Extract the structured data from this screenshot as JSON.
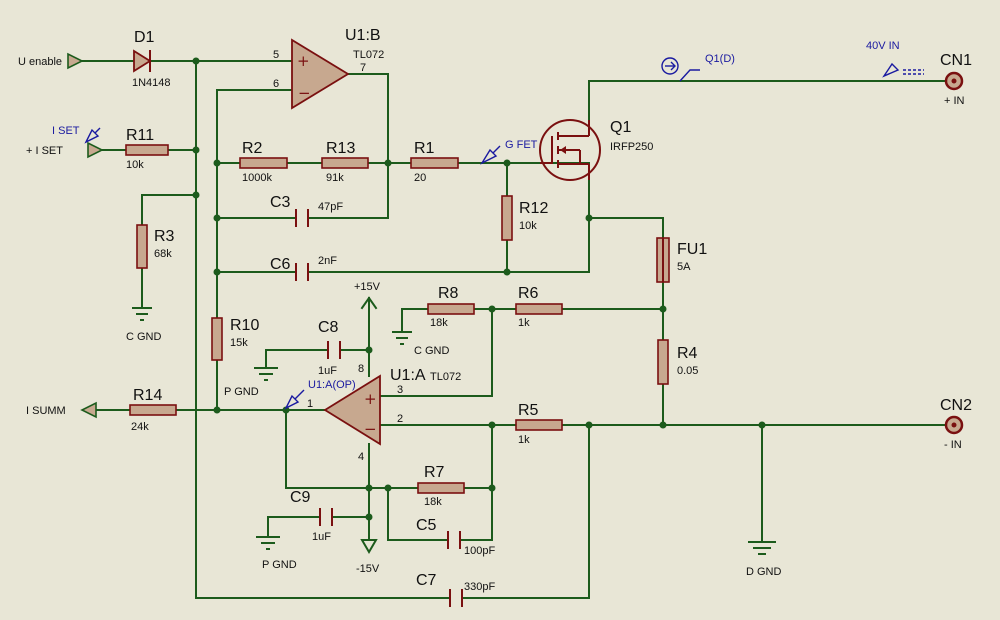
{
  "components": {
    "D1": {
      "ref": "D1",
      "value": "1N4148"
    },
    "U1B": {
      "ref": "U1:B",
      "value": "TL072",
      "pin_pos": "5",
      "pin_neg": "6",
      "pin_out": "7",
      "plus": "+",
      "minus": "−"
    },
    "U1A": {
      "ref": "U1:A",
      "value": "TL072",
      "pin_pos": "3",
      "pin_neg": "2",
      "pin_out": "1",
      "pin_vplus": "8",
      "pin_vminus": "4",
      "plus": "+",
      "minus": "−"
    },
    "R11": {
      "ref": "R11",
      "value": "10k"
    },
    "R2": {
      "ref": "R2",
      "value": "1000k"
    },
    "R13": {
      "ref": "R13",
      "value": "91k"
    },
    "R1": {
      "ref": "R1",
      "value": "20"
    },
    "R12": {
      "ref": "R12",
      "value": "10k"
    },
    "R3": {
      "ref": "R3",
      "value": "68k"
    },
    "R8": {
      "ref": "R8",
      "value": "18k"
    },
    "R6": {
      "ref": "R6",
      "value": "1k"
    },
    "R10": {
      "ref": "R10",
      "value": "15k"
    },
    "R4": {
      "ref": "R4",
      "value": "0.05"
    },
    "R14": {
      "ref": "R14",
      "value": "24k"
    },
    "R5": {
      "ref": "R5",
      "value": "1k"
    },
    "R7": {
      "ref": "R7",
      "value": "18k"
    },
    "C3": {
      "ref": "C3",
      "value": "47pF"
    },
    "C6": {
      "ref": "C6",
      "value": "2nF"
    },
    "C8": {
      "ref": "C8",
      "value": "1uF"
    },
    "C9": {
      "ref": "C9",
      "value": "1uF"
    },
    "C5": {
      "ref": "C5",
      "value": "100pF"
    },
    "C7": {
      "ref": "C7",
      "value": "330pF"
    },
    "Q1": {
      "ref": "Q1",
      "value": "IRFP250"
    },
    "FU1": {
      "ref": "FU1",
      "value": "5A"
    },
    "CN1": {
      "ref": "CN1",
      "value": "+ IN"
    },
    "CN2": {
      "ref": "CN2",
      "value": "- IN"
    }
  },
  "terminals": {
    "u_enable": "U enable",
    "i_set": "+ I SET",
    "i_summ": "I SUMM"
  },
  "supplies": {
    "vplus": "+15V",
    "vminus": "-15V"
  },
  "grounds": {
    "r3": "C GND",
    "r8": "C GND",
    "c8": "P GND",
    "c9": "P GND",
    "d": "D GND"
  },
  "probes": {
    "q1d": "Q1(D)",
    "gfet": "G FET",
    "iset": "I SET",
    "u1a_op": "U1:A(OP)",
    "v40": "40V IN"
  }
}
